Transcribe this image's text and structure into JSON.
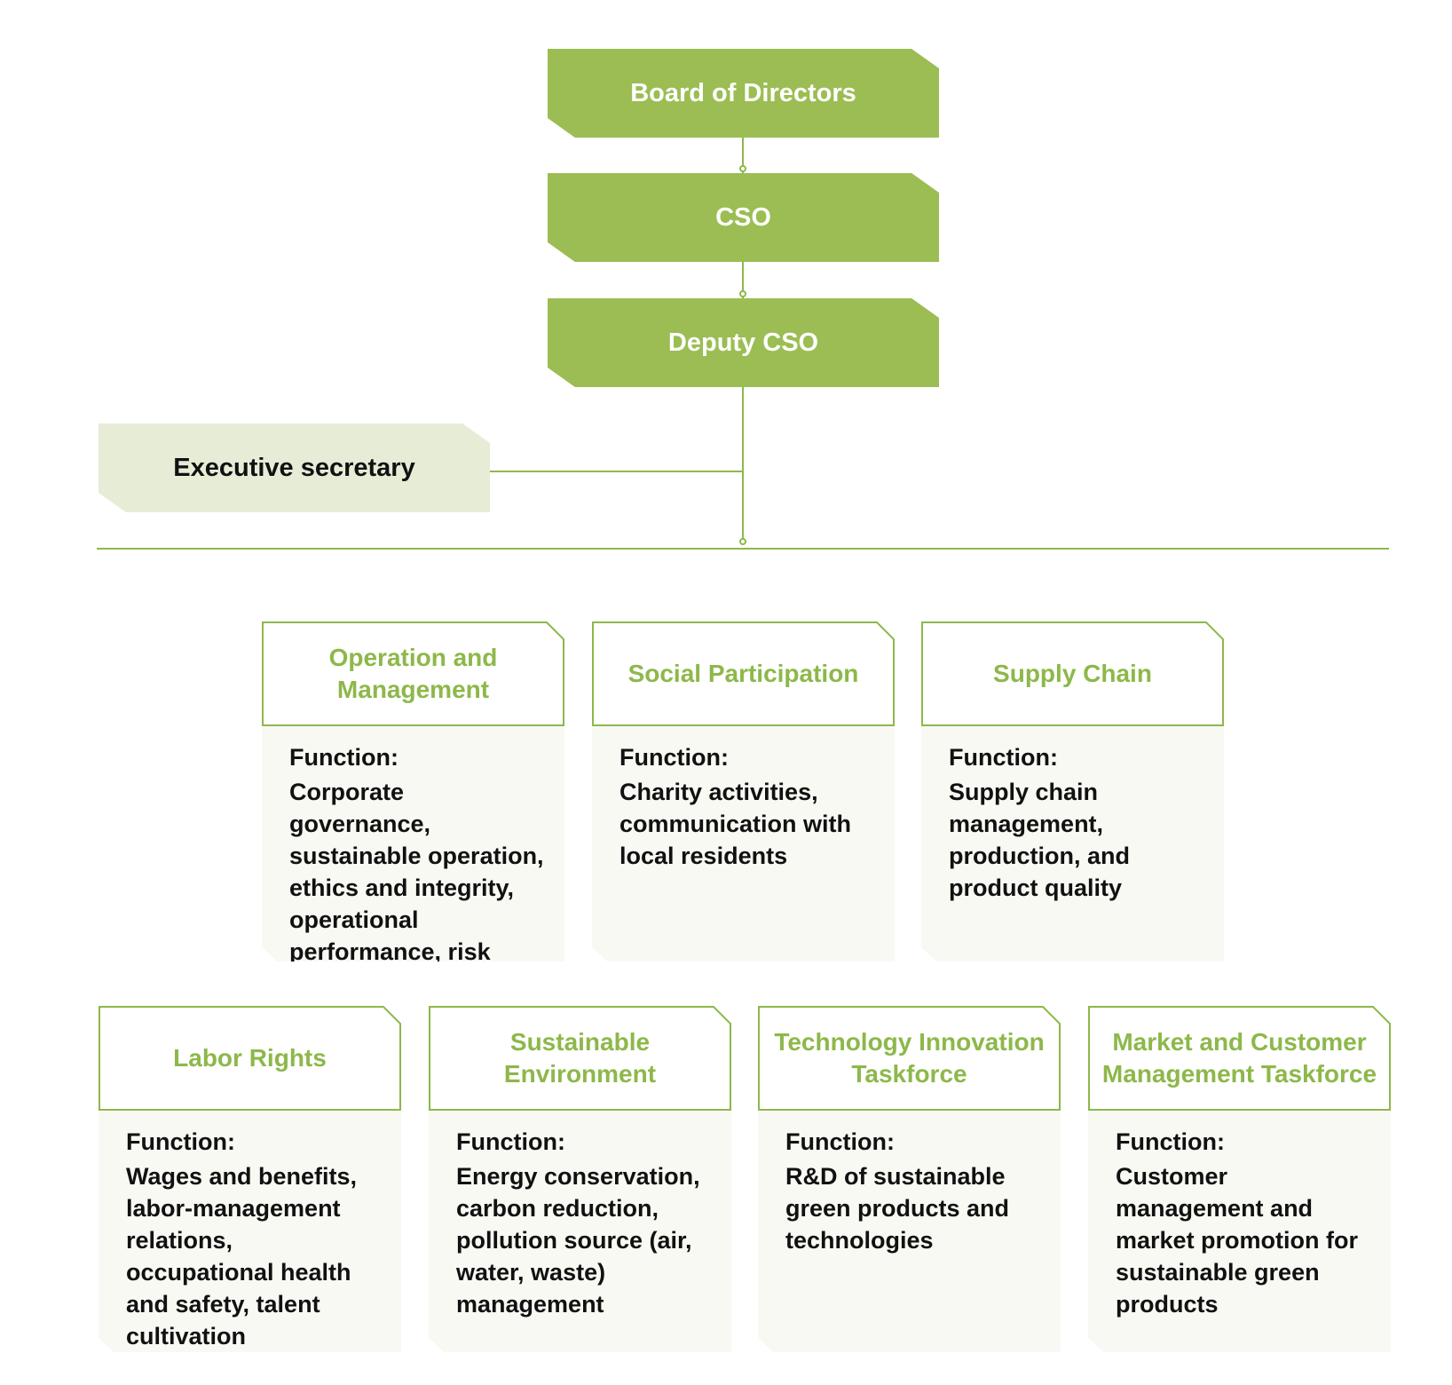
{
  "top_nodes": {
    "board": "Board of Directors",
    "cso": "CSO",
    "deputy": "Deputy CSO",
    "executive": "Executive secretary"
  },
  "function_label": "Function:",
  "committees": [
    {
      "title": "Operation and Management",
      "text": "Corporate governance, sustainable operation, ethics and integrity, operational performance, risk control"
    },
    {
      "title": "Social Participation",
      "text": "Charity activities, communication with local residents"
    },
    {
      "title": "Supply Chain",
      "text": "Supply chain management, production, and product quality"
    },
    {
      "title": "Labor Rights",
      "text": "Wages and benefits, labor-management relations, occupational health and safety, talent cultivation"
    },
    {
      "title": "Sustainable Environment",
      "text": "Energy conservation, carbon reduction, pollution source (air, water, waste) management"
    },
    {
      "title": "Technology Innovation Taskforce",
      "text": "R&D of sustainable green products and technologies"
    },
    {
      "title": "Market and Customer Management Taskforce",
      "text": "Customer management and market promotion for sustainable green products"
    }
  ],
  "colors": {
    "primary_green": "#9bbd53",
    "line_green": "#8db84a",
    "executive_fill": "#e6ecd6",
    "card_body_fill": "#f9f9f4"
  }
}
